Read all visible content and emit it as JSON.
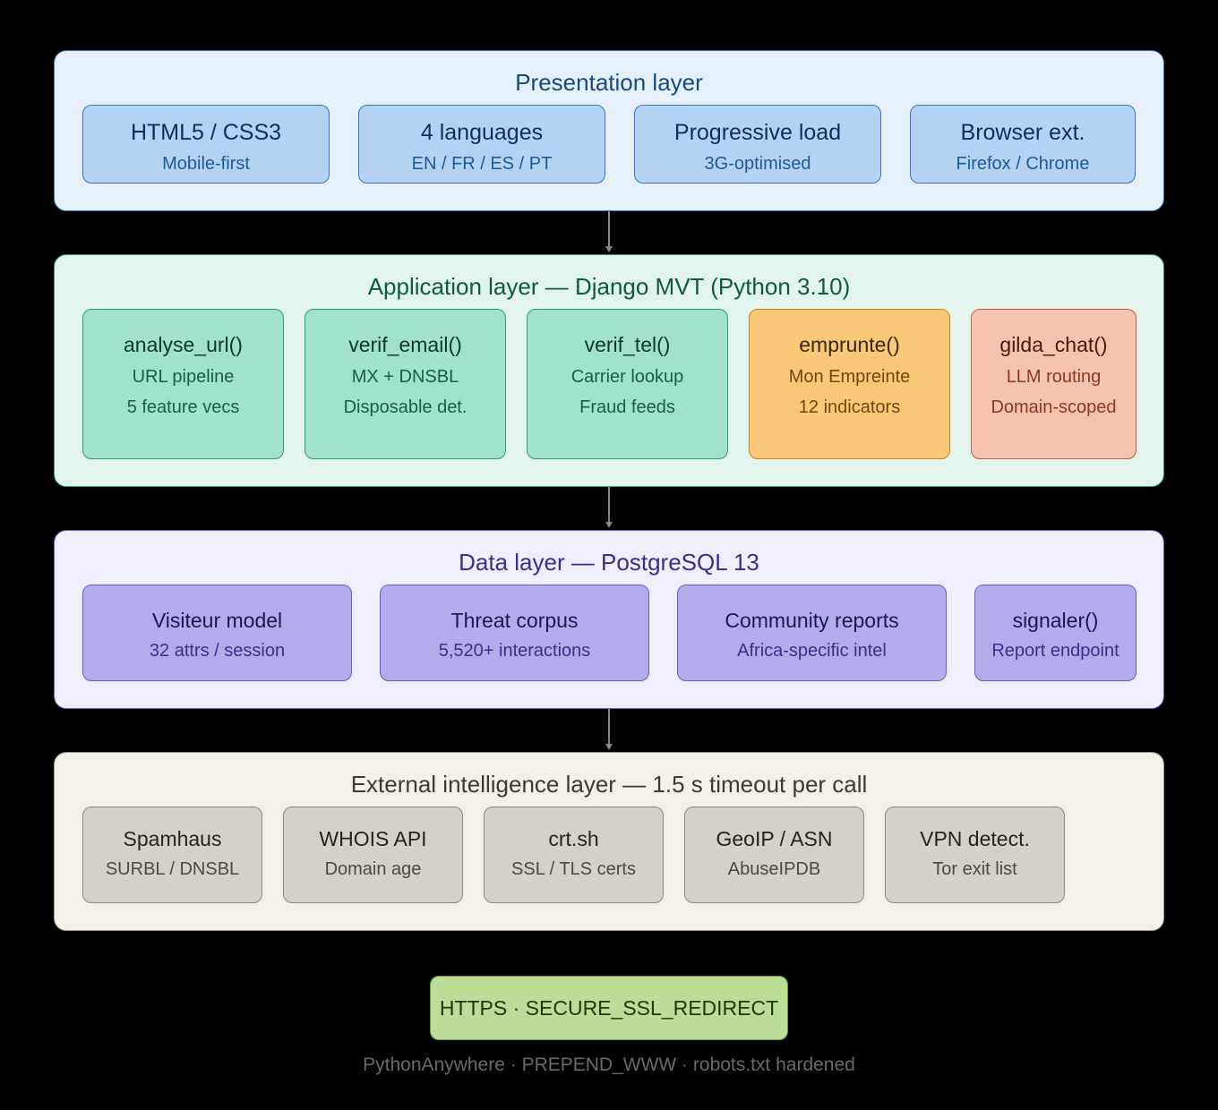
{
  "presentation": {
    "title": "Presentation layer",
    "boxes": [
      {
        "title": "HTML5 / CSS3",
        "sub": "Mobile-first"
      },
      {
        "title": "4 languages",
        "sub": "EN / FR / ES / PT"
      },
      {
        "title": "Progressive load",
        "sub": "3G-optimised"
      },
      {
        "title": "Browser ext.",
        "sub": "Firefox / Chrome"
      }
    ]
  },
  "application": {
    "title": "Application layer — Django MVT (Python 3.10)",
    "boxes": [
      {
        "title": "analyse_url()",
        "sub1": "URL pipeline",
        "sub2": "5 feature vecs",
        "color": "#a0e2cc"
      },
      {
        "title": "verif_email()",
        "sub1": "MX + DNSBL",
        "sub2": "Disposable det.",
        "color": "#a0e2cc"
      },
      {
        "title": "verif_tel()",
        "sub1": "Carrier lookup",
        "sub2": "Fraud feeds",
        "color": "#a0e2cc"
      },
      {
        "title": "emprunte()",
        "sub1": "Mon Empreinte",
        "sub2": "12 indicators",
        "color": "#f8c878"
      },
      {
        "title": "gilda_chat()",
        "sub1": "LLM routing",
        "sub2": "Domain-scoped",
        "color": "#f4c4b0"
      }
    ]
  },
  "data_layer": {
    "title": "Data layer — PostgreSQL 13",
    "boxes": [
      {
        "title": "Visiteur model",
        "sub": "32 attrs / session"
      },
      {
        "title": "Threat corpus",
        "sub": "5,520+ interactions"
      },
      {
        "title": "Community reports",
        "sub": "Africa-specific intel"
      },
      {
        "title": "signaler()",
        "sub": "Report endpoint"
      }
    ]
  },
  "external": {
    "title": "External intelligence layer — 1.5 s timeout per call",
    "boxes": [
      {
        "title": "Spamhaus",
        "sub": "SURBL / DNSBL"
      },
      {
        "title": "WHOIS API",
        "sub": "Domain age"
      },
      {
        "title": "crt.sh",
        "sub": "SSL / TLS certs"
      },
      {
        "title": "GeoIP / ASN",
        "sub": "AbuseIPDB"
      },
      {
        "title": "VPN detect.",
        "sub": "Tor exit list"
      }
    ]
  },
  "https_badge": "HTTPS · SECURE_SSL_REDIRECT",
  "footer": "PythonAnywhere · PREPEND_WWW · robots.txt hardened",
  "colors": {
    "background": "#000000",
    "presentation": "#e6f0fa",
    "application": "#e2f4ec",
    "data": "#eeeefc",
    "external": "#f2f0e8",
    "https": "#bcdc98"
  }
}
